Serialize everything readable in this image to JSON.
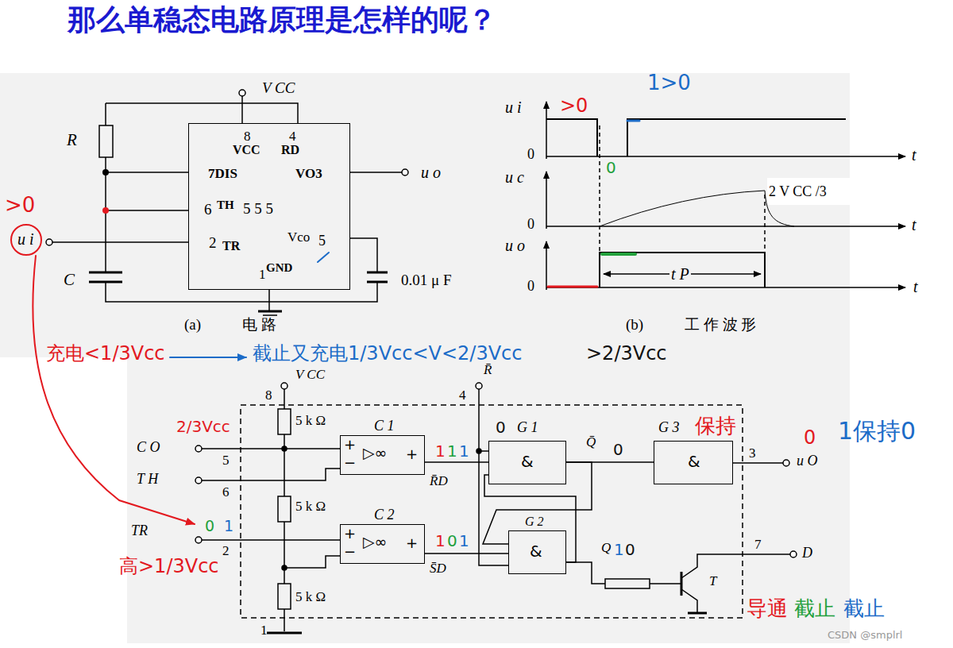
{
  "diagram": {
    "title": "那么单稳态电路原理是怎样的呢？",
    "nodes": [
      {
        "text": [
          "8",
          "4",
          "VCC",
          "RD",
          "7DIS",
          "VO3",
          "6",
          "TH",
          "5 5 5",
          "2",
          "TR",
          "Vco",
          "5",
          "1",
          "GND"
        ]
      },
      {
        "text": [
          "C 1",
          "▷∞",
          "+",
          "−",
          "+"
        ]
      },
      {
        "text": [
          "G 1",
          "&"
        ]
      },
      {
        "text": [
          "G 3",
          "&"
        ]
      },
      {
        "text": [
          "C 2",
          "▷∞",
          "+",
          "−",
          "+"
        ]
      },
      {
        "text": [
          "G 2",
          "&"
        ]
      }
    ],
    "edges": [
      {
        "from": 1,
        "to": 2,
        "arrow": "none",
        "label": "R̄D"
      },
      {
        "from": 4,
        "to": 5,
        "arrow": "none",
        "label": "S̄D"
      },
      {
        "from": 2,
        "to": 3,
        "arrow": "none",
        "label": "Q̄"
      },
      {
        "from": 2,
        "to": 5,
        "arrow": "none"
      },
      {
        "from": 5,
        "to": 2,
        "arrow": "none"
      }
    ],
    "labels": [
      "V CC",
      "R",
      "C",
      "u i",
      "u o",
      "0.01 μ F",
      "(a)",
      "电 路",
      "(b)",
      "工 作 波 形",
      "u i",
      "0",
      "t",
      "u c",
      "0",
      "t",
      "2 V CC /3",
      "u o",
      "0",
      "t",
      "t P",
      "V CC",
      "8",
      "4",
      "R̄",
      "5 k Ω",
      "5 k Ω",
      "5 k Ω",
      "C O",
      "5",
      "T H",
      "6",
      "TR",
      "2",
      "3",
      "u O",
      "7",
      "D",
      "T",
      "1",
      "Q",
      ">0",
      ">0",
      "1>0",
      "0",
      "充电<1/3Vcc",
      "截止又充电1/3Vcc<V<2/3Vcc",
      ">2/3Vcc",
      "2/3Vcc",
      "0",
      "1",
      "高>1/3Vcc",
      "1",
      "1",
      "1",
      "0",
      "0",
      "1",
      "0",
      "1",
      "1",
      "0",
      "保持",
      "0",
      "1保持0",
      "导通",
      "截止",
      "截止",
      "CSDN @smplrl"
    ]
  }
}
